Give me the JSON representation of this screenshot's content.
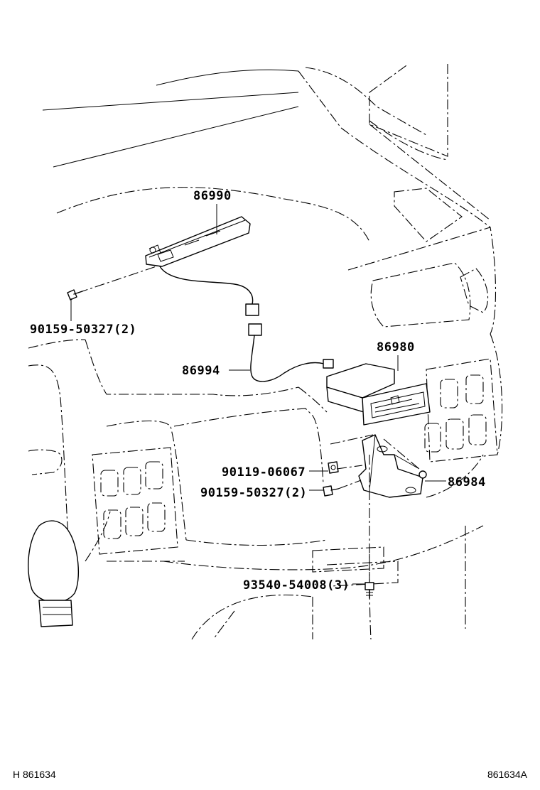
{
  "diagram": {
    "parts": [
      {
        "id": "p86990",
        "number": "86990"
      },
      {
        "id": "p90159a",
        "number": "90159-50327(2)"
      },
      {
        "id": "p86994",
        "number": "86994"
      },
      {
        "id": "p86980",
        "number": "86980"
      },
      {
        "id": "p90119",
        "number": "90119-06067"
      },
      {
        "id": "p90159b",
        "number": "90159-50327(2)"
      },
      {
        "id": "p86984",
        "number": "86984"
      },
      {
        "id": "p93540",
        "number": "93540-54008(3)"
      }
    ],
    "footer": {
      "left_code": "H 861634",
      "right_code": "861634A"
    }
  }
}
